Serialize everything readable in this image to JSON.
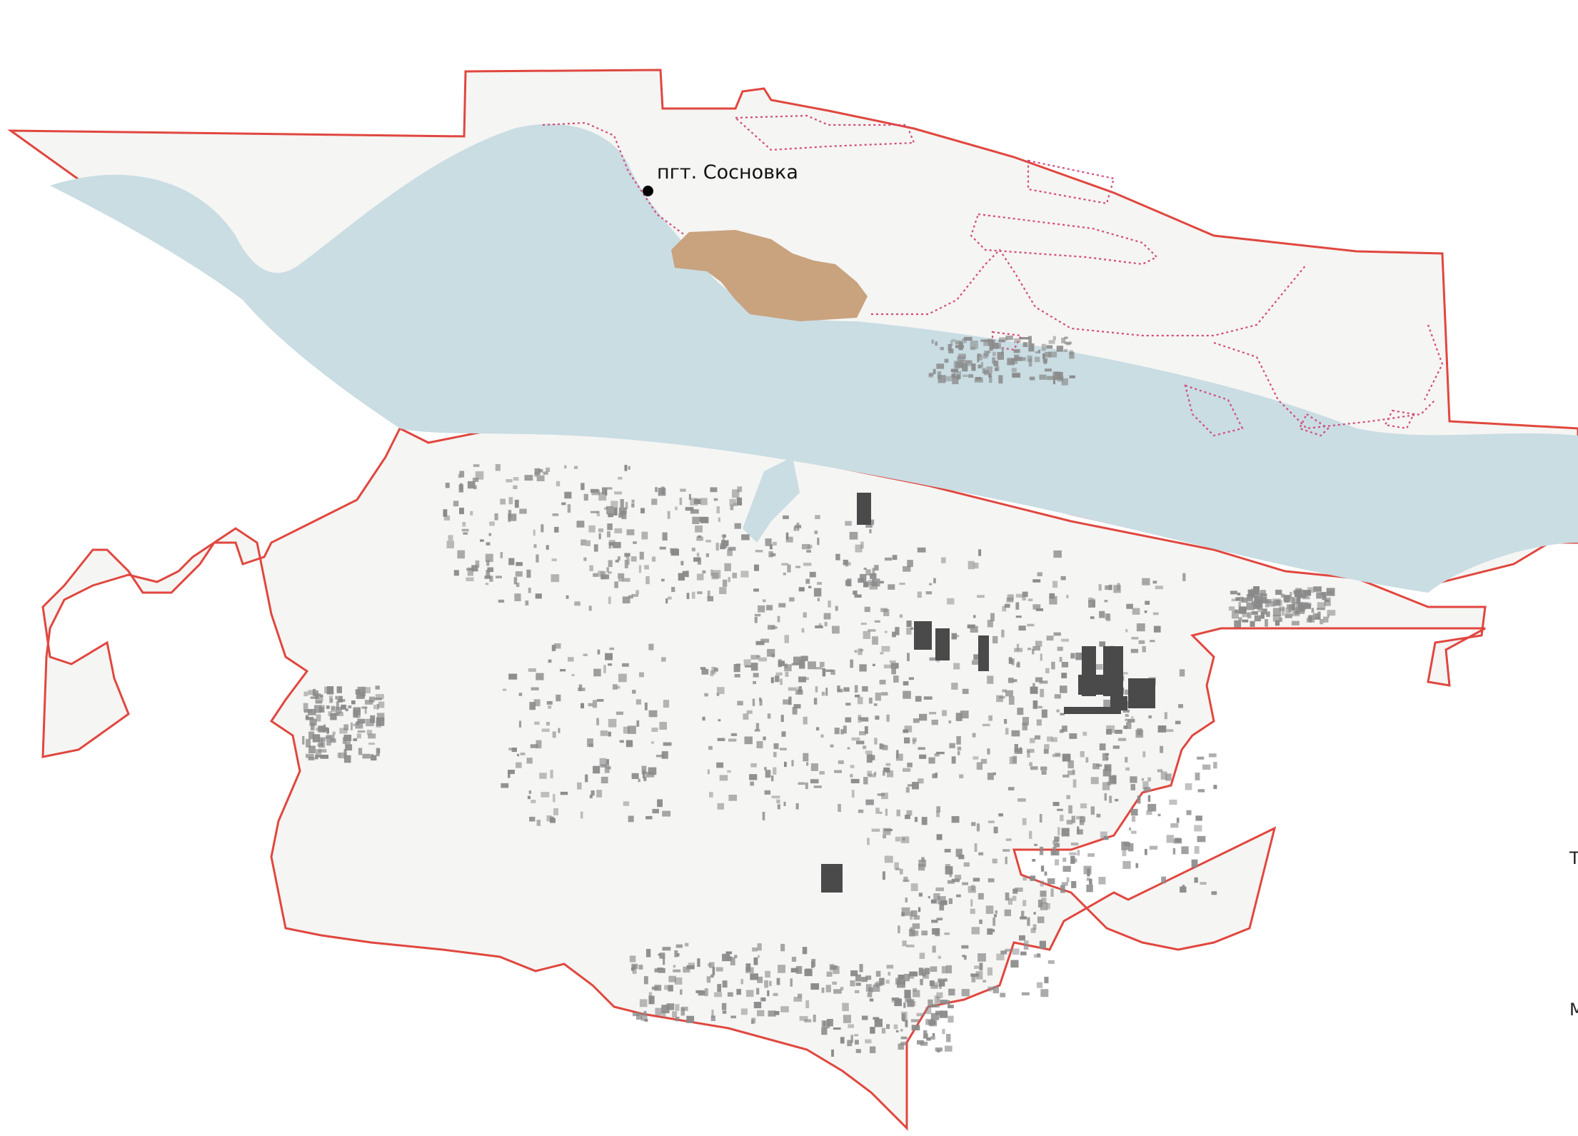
{
  "map": {
    "settlement_label": "пгт. Сосновка",
    "edge_letters": [
      "Т",
      "М"
    ],
    "colors": {
      "land": "#f5f5f3",
      "river": "#c9dde3",
      "boundary": "#e0473f",
      "district_dotted": "#d44a7a",
      "highlight_area": "#c9a27e",
      "building_light": "#8a8a8a",
      "building_dark": "#4a4a4a"
    }
  }
}
